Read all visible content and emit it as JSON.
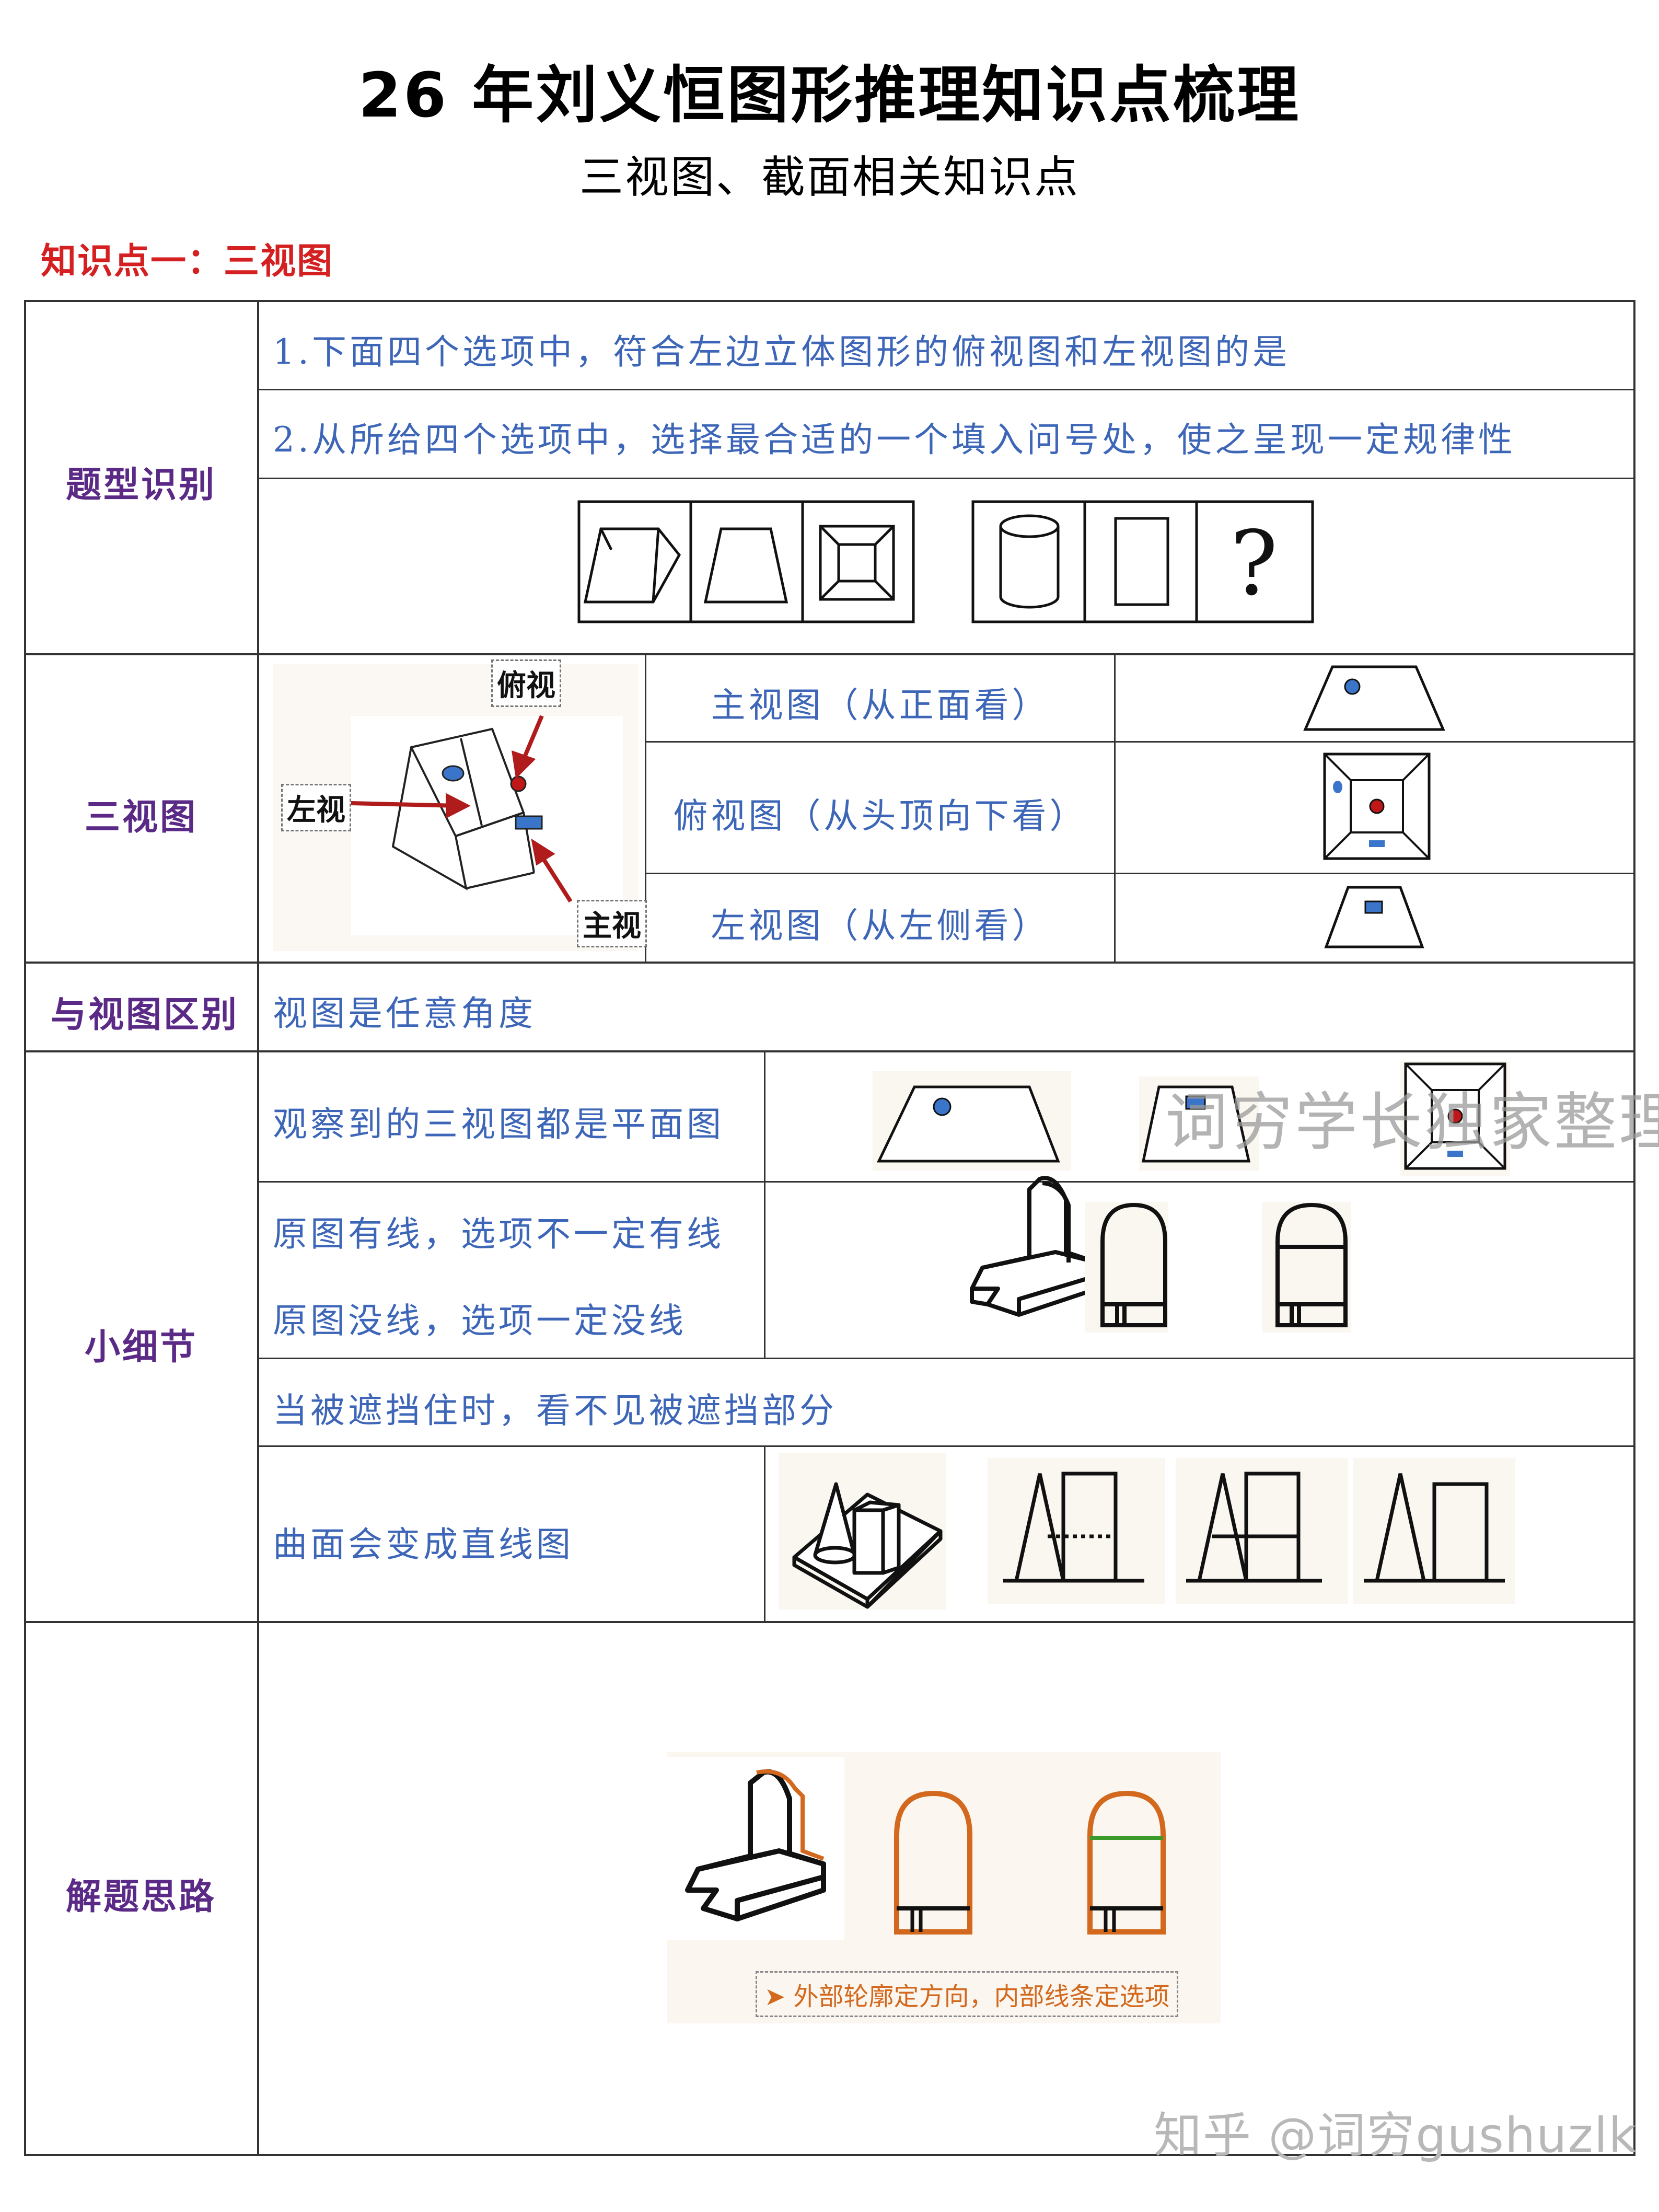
{
  "title": "26 年刘义恒图形推理知识点梳理",
  "subtitle": "三视图、截面相关知识点",
  "section_label": "知识点一：三视图",
  "rows": {
    "question_types": {
      "label": "题型识别",
      "q1": "1.下面四个选项中，符合左边立体图形的俯视图和左视图的是",
      "q2": "2.从所给四个选项中，选择最合适的一个填入问号处，使之呈现一定规律性",
      "question_mark": "?"
    },
    "three_views": {
      "label": "三视图",
      "top_tag": "俯视",
      "left_tag": "左视",
      "front_tag": "主视",
      "front_view": "主视图（从正面看）",
      "top_view": "俯视图（从头顶向下看）",
      "left_view": "左视图（从左侧看）"
    },
    "difference": {
      "label": "与视图区别",
      "text": "视图是任意角度"
    },
    "details": {
      "label": "小细节",
      "d1": "观察到的三视图都是平面图",
      "d2a": "原图有线，选项不一定有线",
      "d2b": "原图没线，选项一定没线",
      "d3": "当被遮挡住时，看不见被遮挡部分",
      "d4": "曲面会变成直线图"
    },
    "approach": {
      "label": "解题思路",
      "tip": "➤ 外部轮廓定方向，内部线条定选项"
    }
  },
  "watermarks": {
    "center": "词穷学长独家整理",
    "bottom": "知乎 @词穷gushuzlk"
  },
  "colors": {
    "row_label": "#5b2a86",
    "cell_text": "#3d66b8",
    "section_label": "#d42020",
    "outline_orange": "#d2691e",
    "outline_green": "#3a9a2a"
  }
}
